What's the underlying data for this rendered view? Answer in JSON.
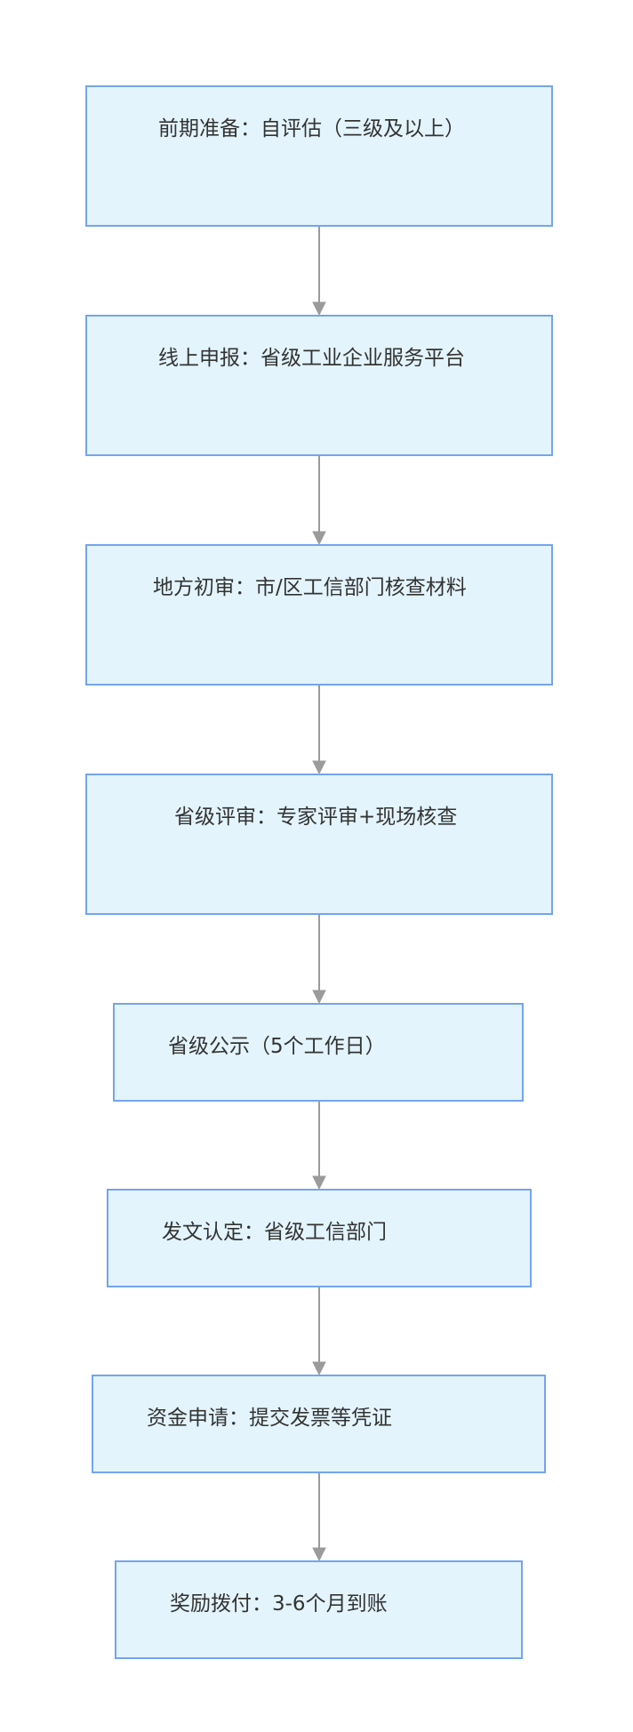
{
  "diagram": {
    "type": "flowchart",
    "direction": "top-to-bottom",
    "colors": {
      "node_fill": "#e3f4fc",
      "node_border": "#74a4ee",
      "edge": "#9b9b9b",
      "text": "#333333"
    },
    "nodes": [
      {
        "id": "n1",
        "label": "前期准备：自评估（三级及以上）"
      },
      {
        "id": "n2",
        "label": "线上申报：省级工业企业服务平台"
      },
      {
        "id": "n3",
        "label": "地方初审：市/区工信部门核查材料"
      },
      {
        "id": "n4",
        "label": "省级评审：专家评审+现场核查"
      },
      {
        "id": "n5",
        "label": "省级公示（5个工作日）"
      },
      {
        "id": "n6",
        "label": "发文认定：省级工信部门"
      },
      {
        "id": "n7",
        "label": "资金申请：提交发票等凭证"
      },
      {
        "id": "n8",
        "label": "奖励拨付：3-6个月到账"
      }
    ],
    "edges": [
      {
        "from": "n1",
        "to": "n2"
      },
      {
        "from": "n2",
        "to": "n3"
      },
      {
        "from": "n3",
        "to": "n4"
      },
      {
        "from": "n4",
        "to": "n5"
      },
      {
        "from": "n5",
        "to": "n6"
      },
      {
        "from": "n6",
        "to": "n7"
      },
      {
        "from": "n7",
        "to": "n8"
      }
    ]
  }
}
